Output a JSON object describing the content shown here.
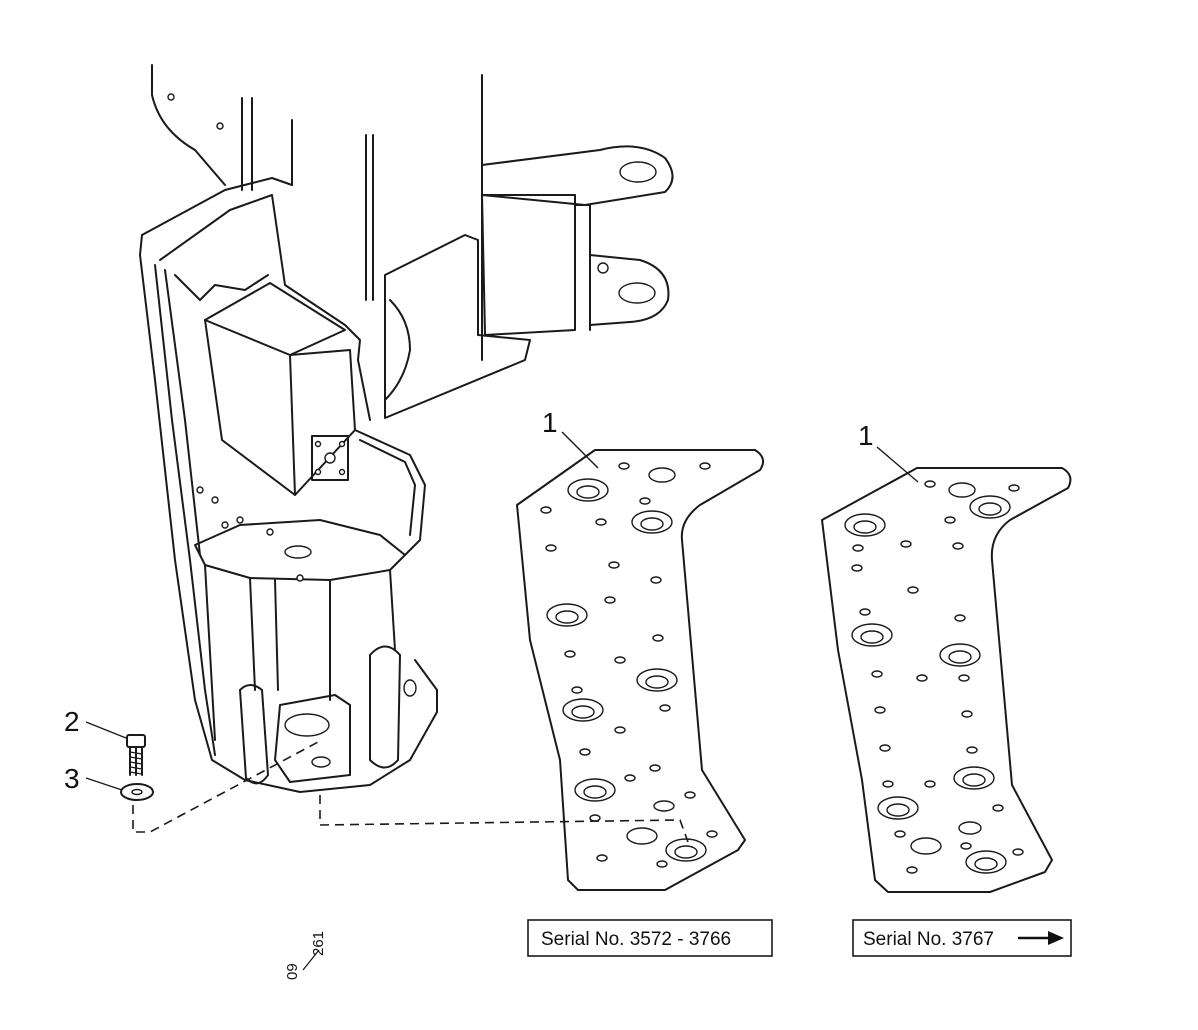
{
  "callouts": {
    "plate_left": "1",
    "plate_right": "1",
    "screw": "2",
    "washer": "3"
  },
  "serial_labels": {
    "left": "Serial No. 3572 - 3766",
    "right": "Serial No. 3767"
  },
  "drawing_ref": {
    "numerator": "09",
    "denominator": "261"
  }
}
